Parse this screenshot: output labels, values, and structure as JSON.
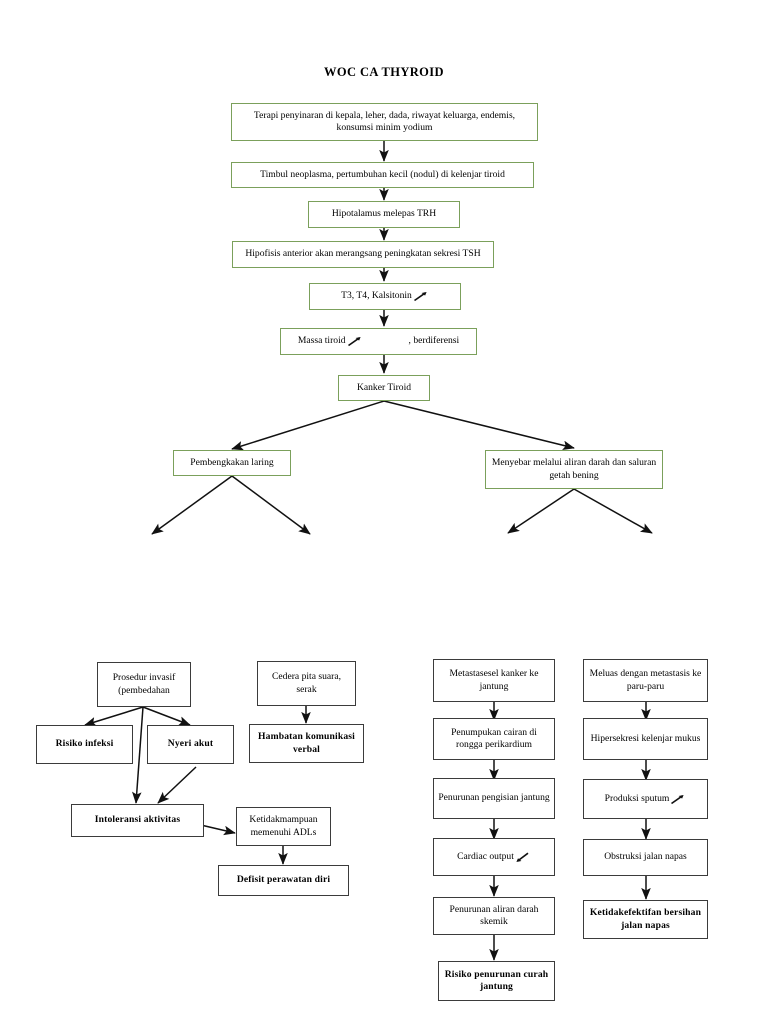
{
  "title": "WOC CA THYROID",
  "palette": {
    "green_border": "#7ba05b",
    "black_border": "#3b3b3b",
    "text": "#000000",
    "background": "#ffffff"
  },
  "icons": {
    "increase": "arrow-up-right-icon",
    "decrease": "arrow-down-left-icon"
  },
  "pathway": {
    "etiology": "Terapi penyinaran di kepala, leher, dada, riwayat keluarga, endemis, konsumsi minim yodium",
    "neoplasma": "Timbul neoplasma, pertumbuhan kecil (nodul) di kelenjar tiroid",
    "hipotalamus": "Hipotalamus melepas TRH",
    "hipofisis": "Hipofisis anterior akan merangsang peningkatan sekresi TSH",
    "hormon": "T3, T4, Kalsitonin",
    "massa_pre": "Massa tiroid",
    "massa_post": ", berdiferensi",
    "kanker": "Kanker Tiroid",
    "laring": "Pembengkakan laring",
    "menyebar": "Menyebar melalui aliran darah dan saluran getah bening"
  },
  "column_surgical": {
    "prosedur": "Prosedur invasif (pembedahan",
    "risiko_infeksi": "Risiko infeksi",
    "nyeri_akut": "Nyeri akut",
    "intoleransi": "Intoleransi aktivitas",
    "adls": "Ketidakmampuan memenuhi ADLs",
    "defisit": "Defisit perawatan diri"
  },
  "column_voice": {
    "cedera": "Cedera pita suara, serak",
    "hambatan": "Hambatan komunikasi verbal"
  },
  "column_cardiac": {
    "metastase": "Metastasesel kanker ke jantung",
    "penumpukan": "Penumpukan cairan di rongga perikardium",
    "pengisian": "Penurunan pengisian jantung",
    "cardiac_output": "Cardiac output",
    "aliran_darah": "Penurunan aliran darah skemik",
    "risiko_curah": "Risiko penurunan curah jantung"
  },
  "column_pulmonary": {
    "meluas": "Meluas dengan metastasis ke paru-paru",
    "hipersekresi": "Hipersekresi kelenjar mukus",
    "sputum": "Produksi sputum",
    "obstruksi": "Obstruksi jalan napas",
    "ketidakefektifan": "Ketidakefektifan bersihan jalan napas"
  }
}
